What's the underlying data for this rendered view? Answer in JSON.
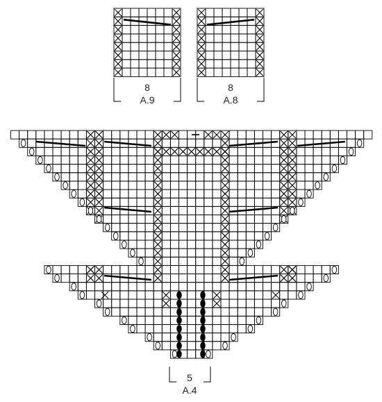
{
  "colors": {
    "line": "#000000",
    "background": "#ffffff"
  },
  "symbols": {
    "cross": "cross-stitch",
    "open": "open-oval",
    "filled": "filled-oval",
    "bar": "diagonal-bar"
  },
  "charts": [
    {
      "id": "a9",
      "stitch_count": "8",
      "name": "A.9"
    },
    {
      "id": "a8",
      "stitch_count": "8",
      "name": "A.8"
    },
    {
      "id": "a4",
      "stitch_count": "5",
      "name": "A.4"
    }
  ]
}
